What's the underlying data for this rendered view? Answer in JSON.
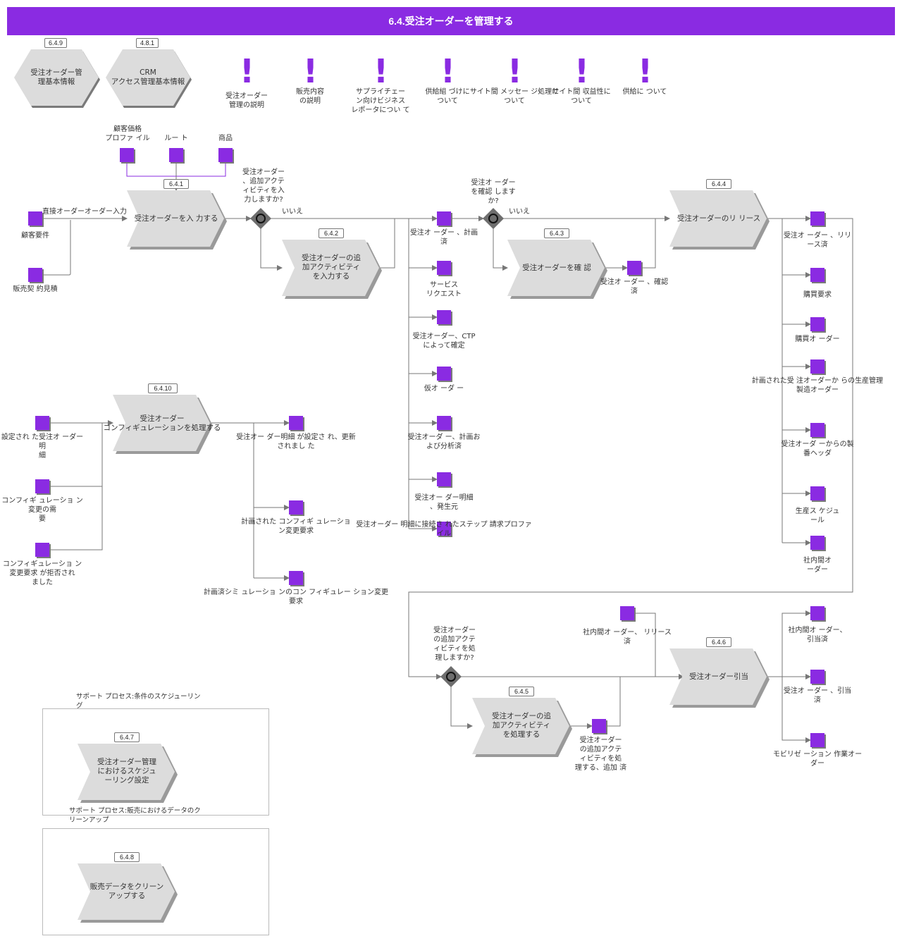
{
  "header": {
    "title": "6.4.受注オーダーを管理する"
  },
  "colors": {
    "accent": "#8a2be2",
    "shape_fill": "#dcdcdc",
    "line": "#777777"
  },
  "hexagons": [
    {
      "id": "6.4.9",
      "label": "受注オーダー管\n理基本情報"
    },
    {
      "id": "4.8.1",
      "label": "CRM\nアクセス管理基本情報"
    }
  ],
  "notes": [
    "受注オーダー\n管理の説明",
    "販売内容\nの説明",
    "サプライチェー\nン向けビジネス\nレポータについ て",
    "供給組 づけに\nついて",
    "サイト間 メッセー ジ処理に\nついて",
    "サイト間 収益性に\nついて",
    "供給に ついて"
  ],
  "functions": {
    "f641": {
      "id": "6.4.1",
      "label": "受注オーダーを入 力する"
    },
    "f642": {
      "id": "6.4.2",
      "label": "受注オーダーの追\n加アクティビティ\nを入力する"
    },
    "f643": {
      "id": "6.4.3",
      "label": "受注オーダーを確 認"
    },
    "f644": {
      "id": "6.4.4",
      "label": "受注オーダーのリ リース"
    },
    "f6410": {
      "id": "6.4.10",
      "label": "受注オーダー\nコンフィギュレーションを処理する"
    },
    "f645": {
      "id": "6.4.5",
      "label": "受注オーダーの追\n加アクティビティ\nを処理する"
    },
    "f646": {
      "id": "6.4.6",
      "label": "受注オーダー引当"
    },
    "f647": {
      "id": "6.4.7",
      "label": "受注オーダー管理\nにおけるスケジュ\nーリング設定"
    },
    "f648": {
      "id": "6.4.8",
      "label": "販売データをクリーン\nアップする"
    }
  },
  "lanes": {
    "lane1": "サポート プロセス:条件のスケジューリン\nグ",
    "lane2": "サポート プロセス:販売におけるデータのク\nリーンアップ"
  },
  "gateways": {
    "g1": "受注オーダー\n、追加アクテ\nィビティを入\n力しますか?",
    "g2": "受注オ ーダー\nを確認 します\nか?",
    "g3": "受注オーダー\nの追加アクテ\nィビティを処\n理しますか?"
  },
  "edge_labels": {
    "no1": "いいえ",
    "no2": "いいえ",
    "direct": "直接オーダーオーダー入力"
  },
  "objects": {
    "top_inputs": [
      "顧客価格\nプロファ イル",
      "ルー ト",
      "商品"
    ],
    "o_cust_req": "顧客要件",
    "o_sales_quote": "販売契 約見積",
    "o_planned": "受注オ ーダー 、計画\n済",
    "o_service_req": "サービス\nリクエスト",
    "o_ctp": "受注オーダー、CTP\nによって確定",
    "o_provisional": "仮オ ーダ ー",
    "o_plan_analysis": "受注オーダ ー、計画お\nよび分析済",
    "o_line_origin": "受注オー ダー明細\n、発生元",
    "o_step_profile": "受注オーダー 明細に接続さ れたステップ 請求プロファ\nイル",
    "o_confirmed": "受注オ ーダー 、確認\n済",
    "o_released": "受注オ ーダー 、リリ\nース済",
    "o_purchase_req": "購買要求",
    "o_purchase_order": "購買オ ーダー",
    "o_prod_order": "計画された受 注オーダーか らの生産管理\n製造オーダー",
    "o_lot_header": "受注オーダ ーからの製\n番ヘッダ",
    "o_prod_schedule": "生産ス ケジュ\nール",
    "o_interco": "社内間オ\nーダー",
    "o_line_set": "設定され た受注オ ーダー明\n細",
    "o_config_change": "コンフィギ ュレーショ ン変更の需\n要",
    "o_config_reject": "コンフィギュレーショ ン変更要求 が拒否され\nました",
    "o_line_updated": "受注オー ダー明細 が設定さ れ、更新\nされまし た",
    "o_planned_config": "計画された コンフィギ ュレーショ\nン変更要求",
    "o_sim_config": "計画済シミ ュレーショ ンのコン フィギュレー ション変更\n要求",
    "o_interco_released": "社内間オ ーダー、 リリース\n済",
    "o_activity_added": "受注オーダー\nの追加アクテ\nィビティを処\n理する、追加 済",
    "o_interco_alloc": "社内間オ ーダー、\n引当済",
    "o_allocated": "受注オ ーダー 、引当\n済",
    "o_mobilization": "モビリゼ ーション 作業オー\nダー"
  }
}
